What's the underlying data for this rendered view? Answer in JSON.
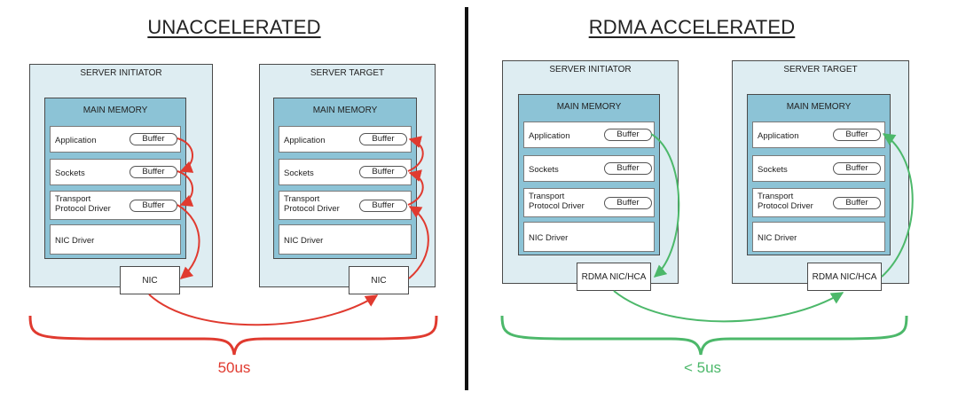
{
  "titles": {
    "left": "UNACCELERATED",
    "right": "RDMA ACCELERATED"
  },
  "panels": [
    {
      "server": "SERVER INITIATOR",
      "memory": "MAIN MEMORY",
      "rows": [
        "Application",
        "Sockets",
        "Transport\nProtocol Driver",
        "NIC Driver"
      ],
      "buffer": "Buffer",
      "nic": "NIC"
    },
    {
      "server": "SERVER TARGET",
      "memory": "MAIN MEMORY",
      "rows": [
        "Application",
        "Sockets",
        "Transport\nProtocol Driver",
        "NIC Driver"
      ],
      "buffer": "Buffer",
      "nic": "NIC"
    },
    {
      "server": "SERVER INITIATOR",
      "memory": "MAIN MEMORY",
      "rows": [
        "Application",
        "Sockets",
        "Transport\nProtocol Driver",
        "NIC Driver"
      ],
      "buffer": "Buffer",
      "nic": "RDMA NIC/HCA"
    },
    {
      "server": "SERVER TARGET",
      "memory": "MAIN MEMORY",
      "rows": [
        "Application",
        "Sockets",
        "Transport\nProtocol Driver",
        "NIC Driver"
      ],
      "buffer": "Buffer",
      "nic": "RDMA NIC/HCA"
    }
  ],
  "latency": {
    "left": "50us",
    "right": "< 5us"
  },
  "colors": {
    "unaccelerated": "#e03a2f",
    "accelerated": "#4cb86a",
    "server_bg": "#deedf2",
    "memory_bg": "#8cc3d6"
  }
}
